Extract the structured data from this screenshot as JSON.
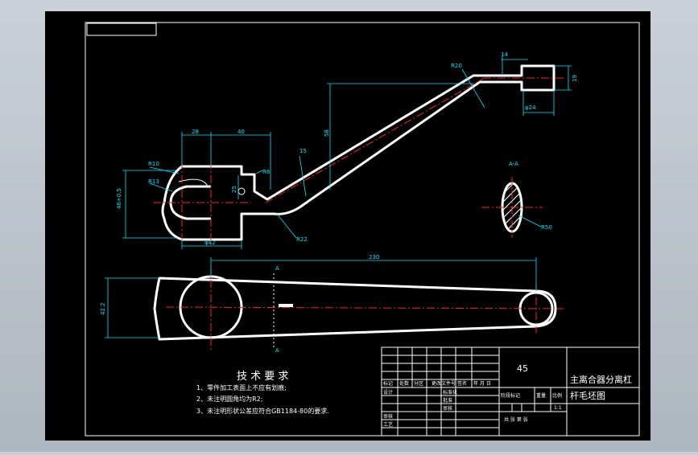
{
  "drawing": {
    "title_lines": [
      "主离合器分离杠",
      "杆毛坯图"
    ],
    "material": "45",
    "scale": "1:1"
  },
  "technical_requirements": {
    "heading": "技 术 要 求",
    "items": [
      "1、零件加工表面上不应有划痕;",
      "2、未注明圆角均为R2;",
      "3、未注明形状公差应符合GB1184-80的要求."
    ]
  },
  "dimensions": {
    "d28": "28",
    "d40": "40",
    "r10": "R10",
    "r13": "R13",
    "dia46": "46+0.5",
    "d58": "58",
    "r6": "R6",
    "d25": "25",
    "d15": "15",
    "dia42": "φ42",
    "r22": "R22",
    "r20": "R20",
    "top_14": "14",
    "dia24": "φ24",
    "d19": "19",
    "section_label": "A-A",
    "r50": "R50",
    "d230": "230",
    "d422": "42.2",
    "cut_a1": "A",
    "cut_a2": "A"
  },
  "title_block": {
    "headers": [
      "标记",
      "处数",
      "分区",
      "更改文件号",
      "签名",
      "年 月 日"
    ],
    "row_labels": [
      "设计",
      "审核",
      "工艺"
    ],
    "mid_labels": [
      "标准化",
      "批准",
      "审核"
    ],
    "stage_label": "阶段标记",
    "weight_label": "重量",
    "scale_label": "比例",
    "sheet_label": "共  张  第  张"
  },
  "colors": {
    "canvas": "#000000",
    "dimension": "#00e5ff",
    "part": "#ffffff",
    "centerline": "#ff2020",
    "chrome": "#b8c0c8"
  }
}
